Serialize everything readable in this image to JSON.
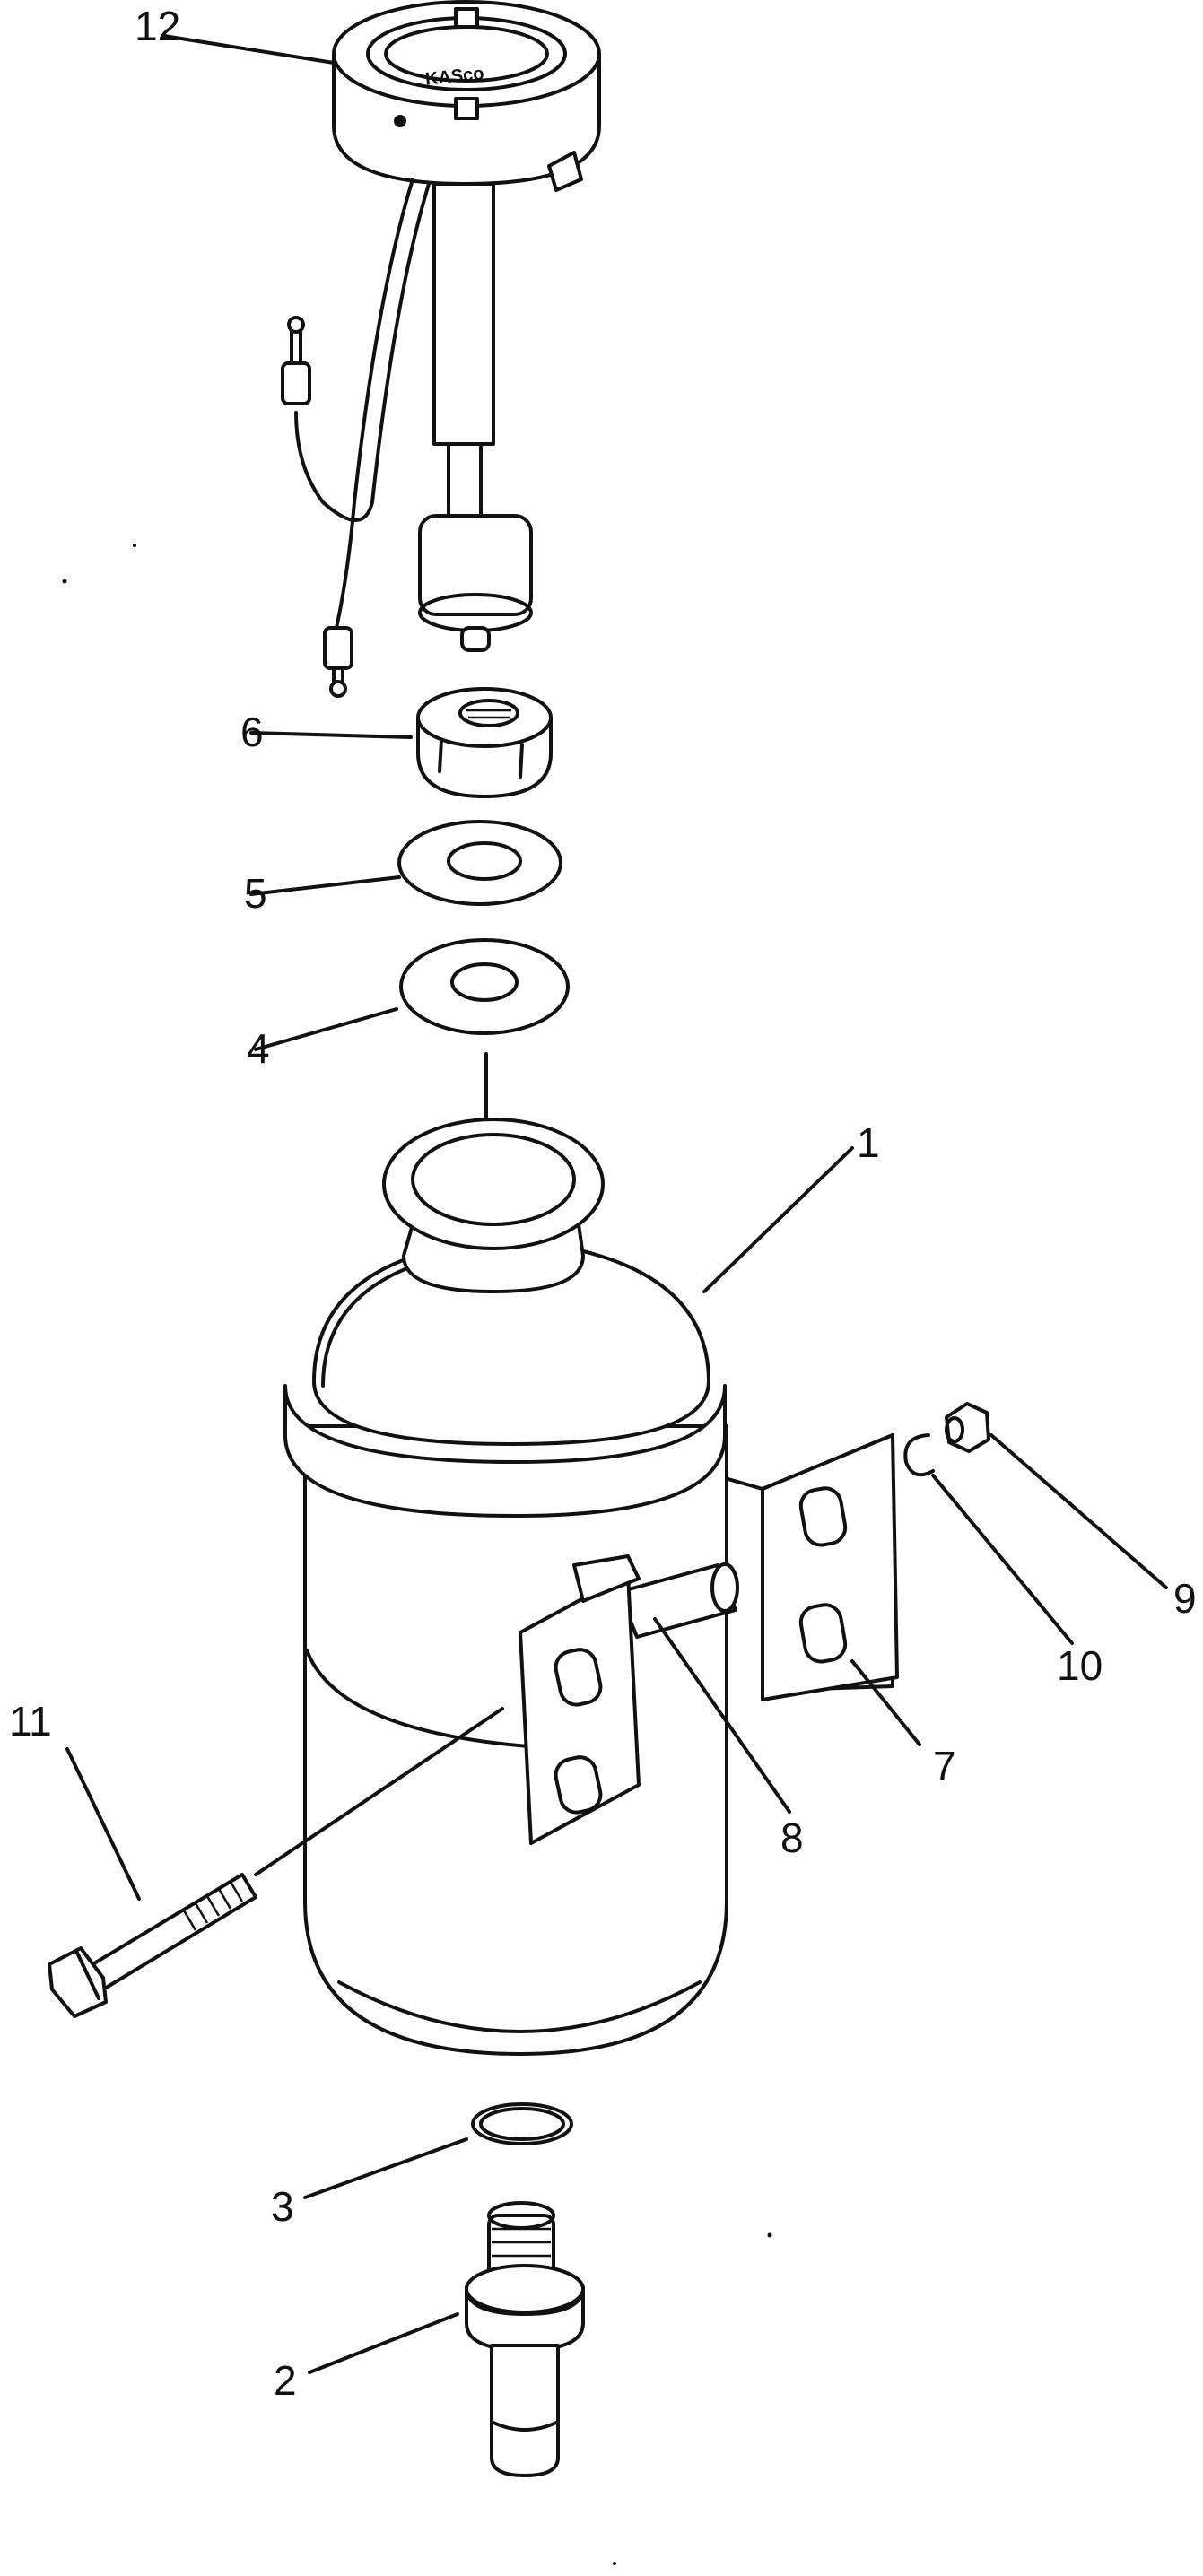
{
  "diagram": {
    "sender_logo": "KASco",
    "callouts": [
      "1",
      "2",
      "3",
      "4",
      "5",
      "6",
      "7",
      "8",
      "9",
      "10",
      "11",
      "12"
    ]
  }
}
